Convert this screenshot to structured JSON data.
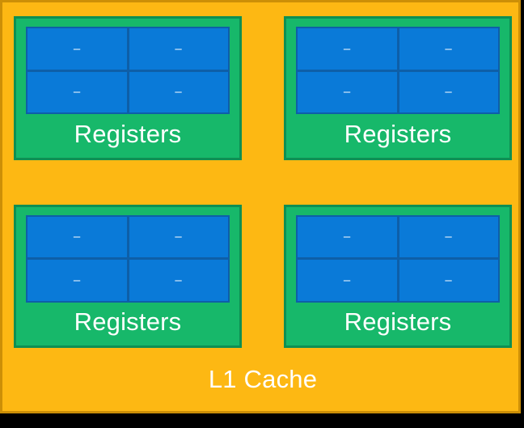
{
  "diagram": {
    "title": "L1 Cache",
    "type": "cpu-memory-hierarchy",
    "colors": {
      "cache_fill": "#FDB813",
      "cache_border": "#CC8F07",
      "core_fill": "#17B86A",
      "core_border": "#0E8F53",
      "register_fill": "#0A7AD8",
      "register_border": "#0E5FA8",
      "label_text": "#FFFFFF",
      "page_background": "#000000"
    },
    "l1_cache": {
      "label": "L1 Cache",
      "cores": [
        {
          "label": "Registers",
          "registers": [
            {
              "value": "–"
            },
            {
              "value": "–"
            },
            {
              "value": "–"
            },
            {
              "value": "–"
            }
          ]
        },
        {
          "label": "Registers",
          "registers": [
            {
              "value": "–"
            },
            {
              "value": "–"
            },
            {
              "value": "–"
            },
            {
              "value": "–"
            }
          ]
        },
        {
          "label": "Registers",
          "registers": [
            {
              "value": "–"
            },
            {
              "value": "–"
            },
            {
              "value": "–"
            },
            {
              "value": "–"
            }
          ]
        },
        {
          "label": "Registers",
          "registers": [
            {
              "value": "–"
            },
            {
              "value": "–"
            },
            {
              "value": "–"
            },
            {
              "value": "–"
            }
          ]
        }
      ]
    }
  }
}
